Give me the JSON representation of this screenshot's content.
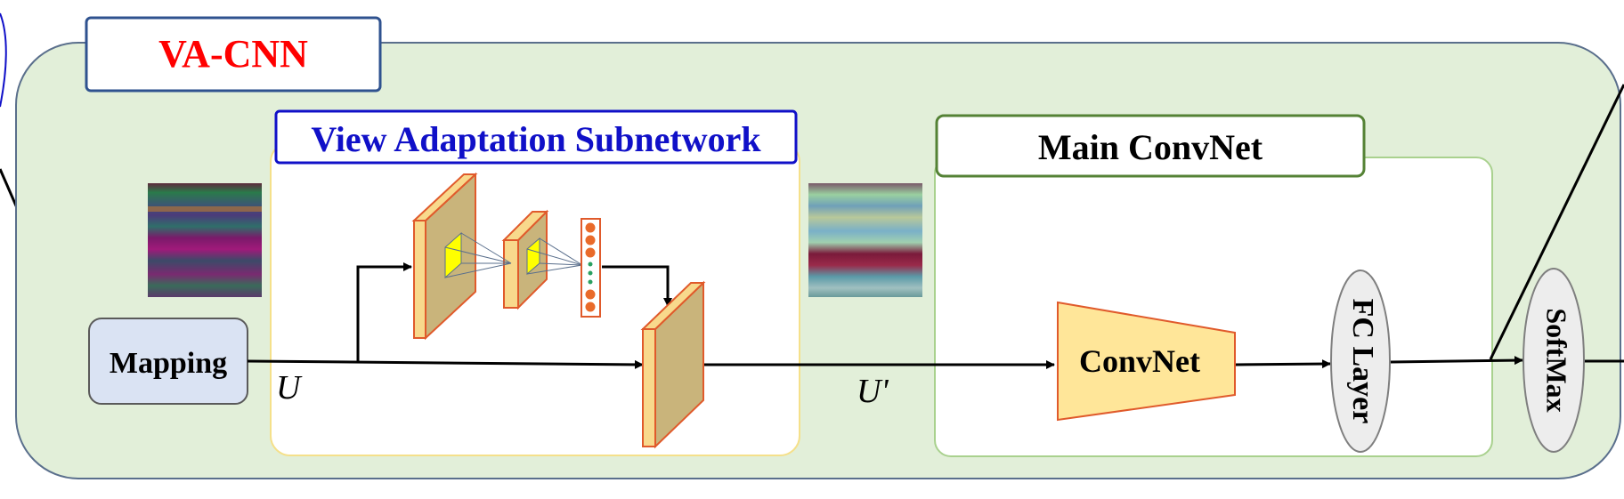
{
  "diagram": {
    "title": "VA-CNN",
    "view_adaptation_label": "View Adaptation Subnetwork",
    "main_convnet_label": "Main ConvNet",
    "mapping_label": "Mapping",
    "convnet_label": "ConvNet",
    "fc_layer_label": "FC Layer",
    "softmax_label": "SoftMax",
    "u_label": "U",
    "u_prime_label": "U'"
  },
  "colors": {
    "outer_fill": "#e2efd9",
    "outer_stroke": "#5a6f8c",
    "title_text": "#ff0000",
    "title_border": "#2f528f",
    "va_border": "#1010c8",
    "va_text": "#1010c8",
    "va_panel_border": "#f5e08a",
    "main_border": "#548235",
    "main_panel_border": "#a9d18e",
    "mapping_fill": "#dae3f3",
    "layer_front": "#f8d98c",
    "layer_side": "#c9b47b",
    "layer_stroke": "#e05a2b",
    "kernel": "#ffff00",
    "dot": "#e96a2a",
    "dot_green": "#2aa060",
    "convnet_fill": "#ffe699",
    "oval_fill": "#ededed",
    "oval_stroke": "#7f7f7f",
    "arrow": "#000000"
  }
}
